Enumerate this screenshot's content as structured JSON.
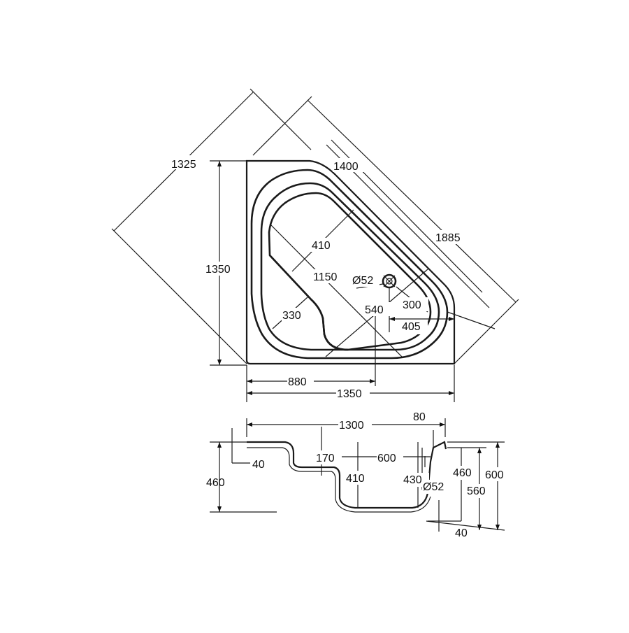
{
  "top_view": {
    "diag_1325": "1325",
    "diag_1400": "1400",
    "diag_1885": "1885",
    "left_1350": "1350",
    "inner_410": "410",
    "inner_1150": "1150",
    "drain_diameter": "Ø52",
    "inner_300": "300",
    "inner_330": "330",
    "inner_540": "540",
    "inner_405": "405",
    "bottom_880": "880",
    "bottom_1350": "1350"
  },
  "side_view": {
    "top_1300": "1300",
    "top_80": "80",
    "inner_40": "40",
    "seat_170": "170",
    "drain_600": "600",
    "left_460": "460",
    "depth_410": "410",
    "depth_430": "430",
    "overflow_diameter": "Ø52",
    "right_460": "460",
    "right_600": "600",
    "right_560": "560",
    "bottom_40": "40"
  }
}
